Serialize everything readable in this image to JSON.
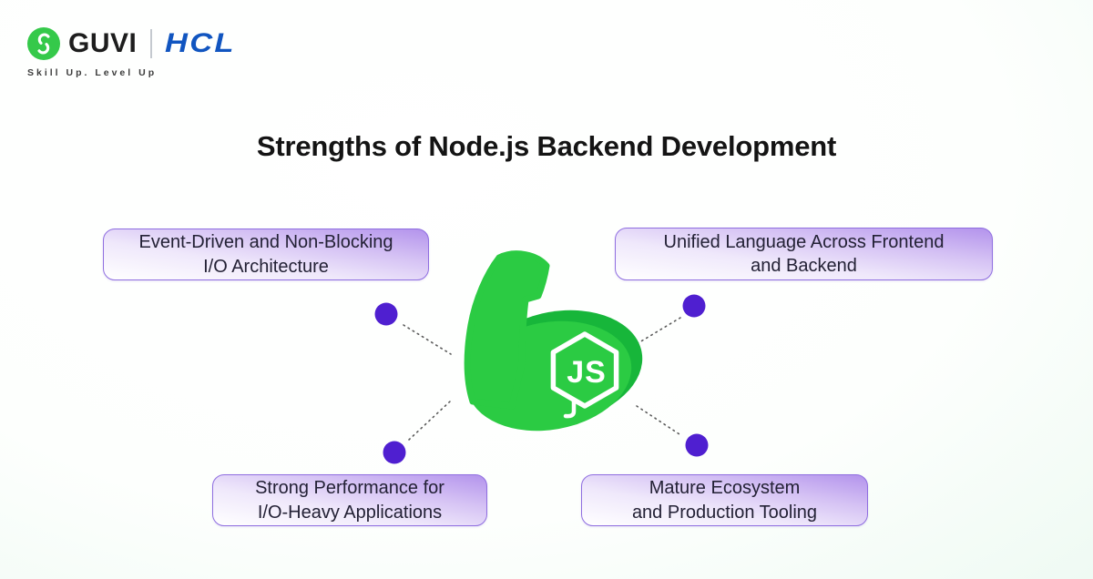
{
  "brand": {
    "guvi": "GUVI",
    "hcl": "HCL",
    "tagline": "Skill Up. Level Up"
  },
  "title": "Strengths of Node.js Backend Development",
  "center": {
    "icon": "nodejs-flexed-bicep",
    "badge_text": "JS"
  },
  "cards": [
    {
      "id": "event-driven",
      "line1": "Event-Driven and Non-Blocking",
      "line2": "I/O Architecture"
    },
    {
      "id": "unified-language",
      "line1": "Unified Language Across Frontend",
      "line2": "and Backend"
    },
    {
      "id": "strong-performance",
      "line1": "Strong Performance for",
      "line2": "I/O-Heavy Applications"
    },
    {
      "id": "mature-ecosystem",
      "line1": "Mature Ecosystem",
      "line2": "and Production Tooling"
    }
  ],
  "colors": {
    "node_green": "#2bcb43",
    "node_green_dark": "#17b63a",
    "dot_purple": "#4f1fd0",
    "card_border": "#8f6ee0",
    "card_fill": "#b393ec",
    "hcl_blue": "#1155c0",
    "guvi_green": "#35c94a",
    "connector_gray": "#5a5a5a"
  }
}
